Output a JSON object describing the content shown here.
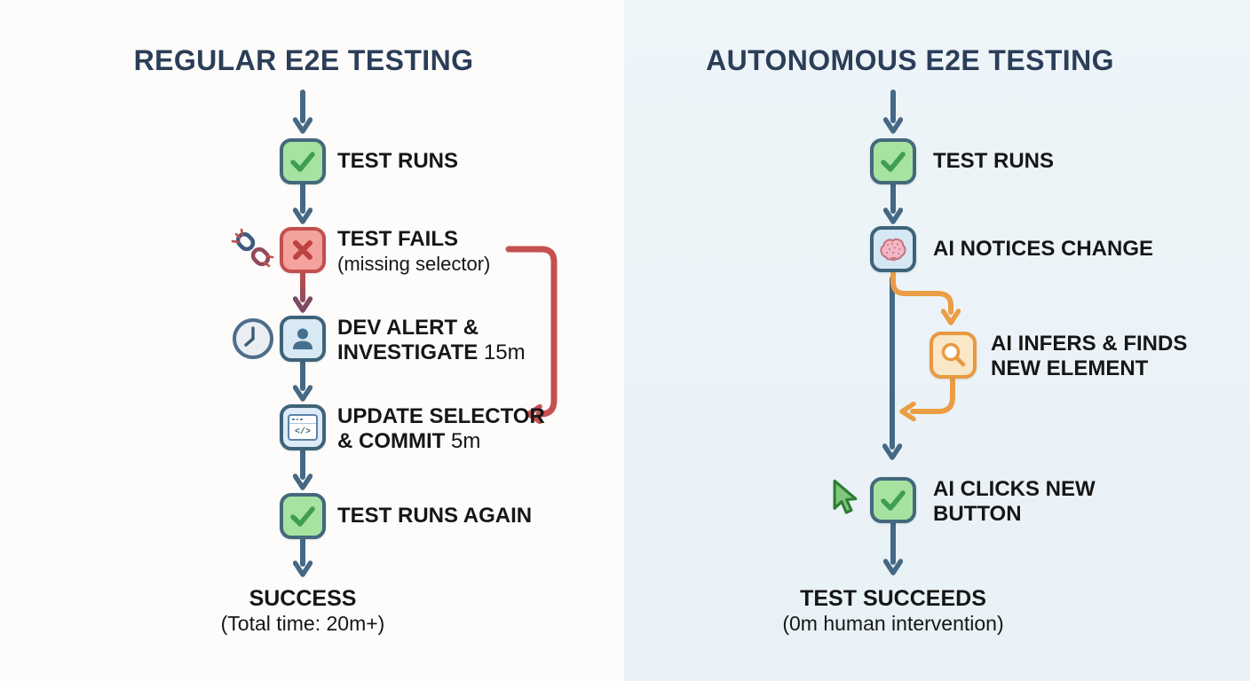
{
  "left": {
    "title": "REGULAR E2E TESTING",
    "steps": {
      "test_runs": "TEST RUNS",
      "test_fails": "TEST FAILS",
      "test_fails_sub": "(missing selector)",
      "dev_line1": "DEV ALERT &",
      "dev_line2": "INVESTIGATE",
      "dev_time": "15m",
      "update_line1": "UPDATE SELECTOR",
      "update_line2": "& COMMIT",
      "update_time": "5m",
      "test_runs_again": "TEST RUNS AGAIN",
      "success": "SUCCESS",
      "success_sub": "(Total time: 20m+)"
    }
  },
  "right": {
    "title": "AUTONOMOUS E2E TESTING",
    "steps": {
      "test_runs": "TEST RUNS",
      "ai_notices": "AI NOTICES CHANGE",
      "ai_infers_line1": "AI INFERS & FINDS",
      "ai_infers_line2": "NEW ELEMENT",
      "ai_clicks_line1": "AI CLICKS NEW",
      "ai_clicks_line2": "BUTTON",
      "succeeds": "TEST SUCCEEDS",
      "succeeds_sub": "(0m human intervention)"
    }
  },
  "icons": {
    "check": "check-icon",
    "fail": "x-icon",
    "broken_link": "broken-link-icon",
    "clock": "clock-icon",
    "developer": "person-icon",
    "code_window": "code-window-icon",
    "code_glyph": "</>",
    "brain": "brain-icon",
    "magnifier": "magnifier-icon",
    "cursor": "cursor-icon"
  },
  "colors": {
    "title_navy": "#2b3e58",
    "arrow_slate": "#456885",
    "green_fill": "#a6e3a1",
    "green_check": "#3f9e53",
    "box_border_slate": "#3e6379",
    "fail_fill": "#f3a29e",
    "fail_stroke": "#c34f4d",
    "loop_red": "#c65050",
    "maroon": "#7f4a63",
    "info_blue_fill": "#d8e8f4",
    "ai_orange": "#eb9d44",
    "ai_orange_fill": "#f9e7c7",
    "left_bg": "#fdfcfb",
    "right_bg": "#edf4f8",
    "label_black": "#161616"
  }
}
